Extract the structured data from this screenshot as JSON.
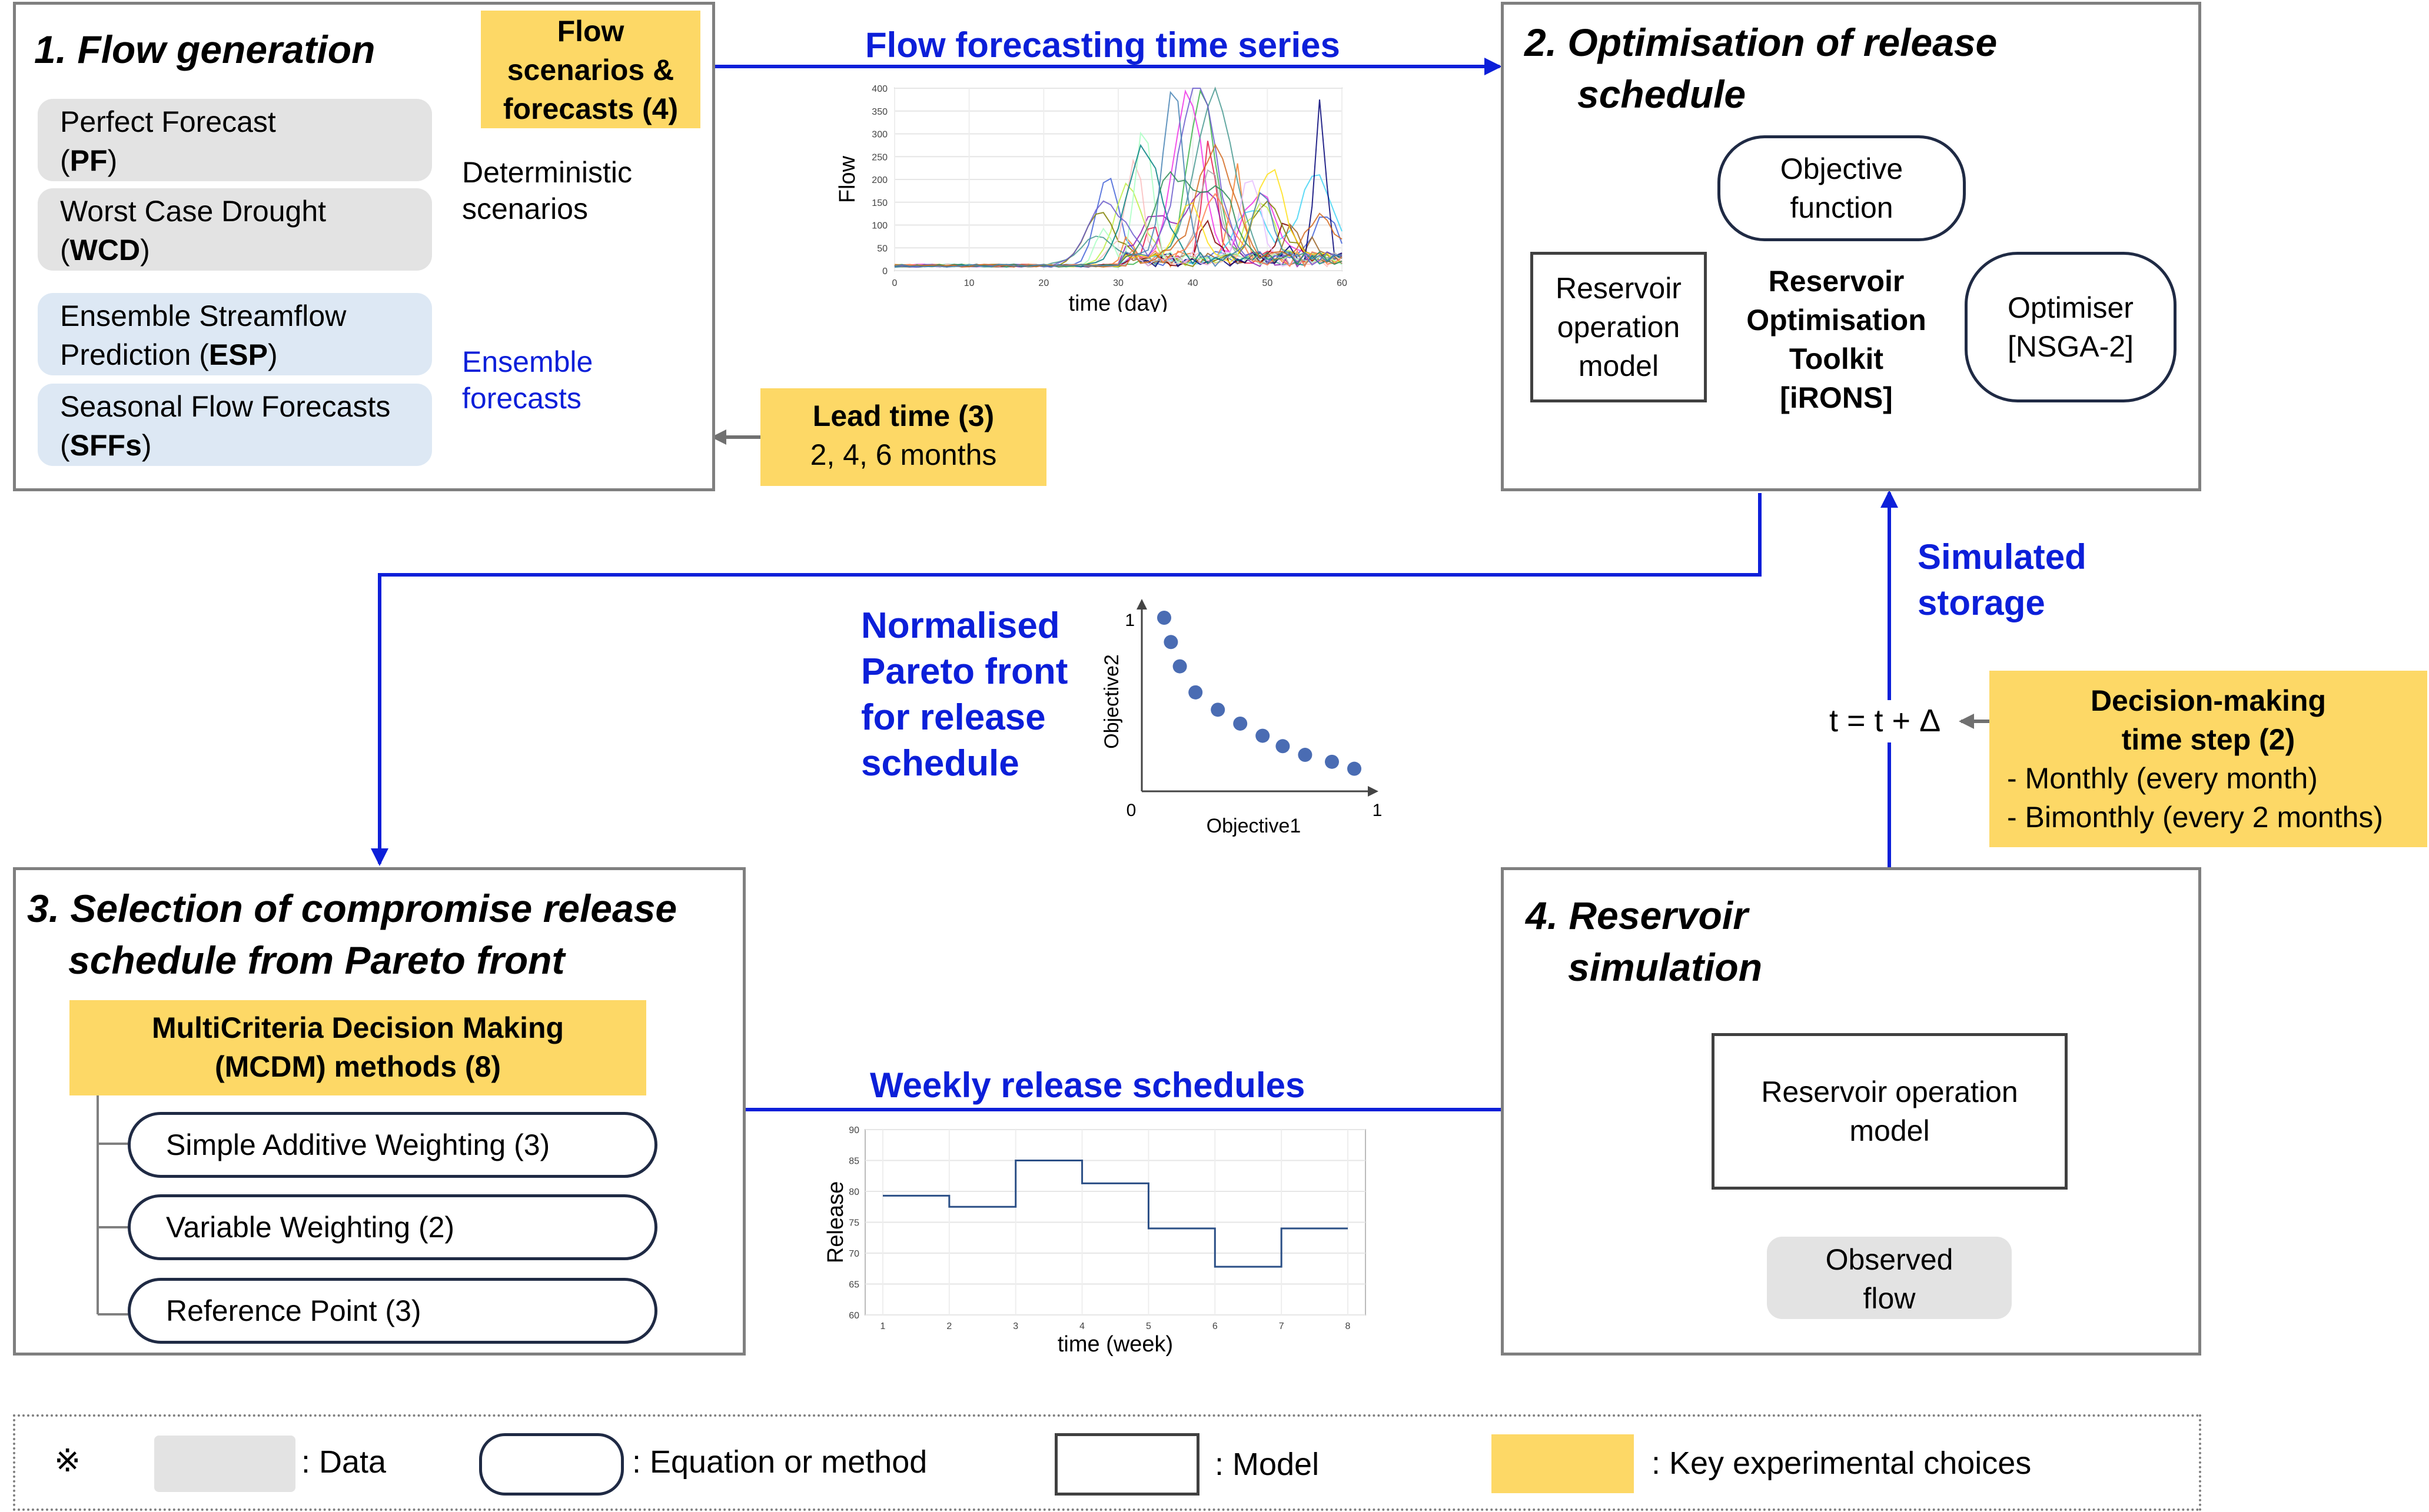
{
  "panel1": {
    "title": "1. Flow generation",
    "key_choice": [
      "Flow",
      "scenarios &",
      "forecasts (4)"
    ],
    "items": [
      {
        "line1": "Perfect Forecast",
        "abbr": "PF"
      },
      {
        "line1": "Worst Case Drought",
        "abbr": "WCD"
      },
      {
        "line1": "Ensemble Streamflow",
        "line2": "Prediction",
        "abbr": "ESP"
      },
      {
        "line1": "Seasonal Flow Forecasts",
        "abbr": "SFFs"
      }
    ],
    "deterministic_label": [
      "Deterministic",
      "scenarios"
    ],
    "ensemble_label": [
      "Ensemble",
      "forecasts"
    ],
    "lead_time": {
      "title": "Lead time (3)",
      "values": "2, 4, 6 months"
    }
  },
  "flow_series": {
    "label": "Flow forecasting time series",
    "chart_data": {
      "type": "line",
      "xlabel": "time (day)",
      "ylabel": "Flow",
      "xlim": [
        0,
        60
      ],
      "ylim": [
        0,
        400
      ],
      "xticks": [
        "0",
        "10",
        "20",
        "30",
        "40",
        "50",
        "60"
      ],
      "yticks": [
        "0",
        "50",
        "100",
        "150",
        "200",
        "250",
        "300",
        "350",
        "400"
      ],
      "series_count": 24
    }
  },
  "panel2": {
    "title": [
      "2. Optimisation of release",
      "schedule"
    ],
    "objective": [
      "Objective",
      "function"
    ],
    "model": [
      "Reservoir",
      "operation",
      "model"
    ],
    "toolkit": [
      "Reservoir",
      "Optimisation",
      "Toolkit",
      "[iRONS]"
    ],
    "optimiser": [
      "Optimiser",
      "[NSGA-2]"
    ]
  },
  "pareto": {
    "label": [
      "Normalised",
      "Pareto front",
      "for release",
      "schedule"
    ],
    "chart_data": {
      "type": "scatter",
      "xlabel": "Objective1",
      "ylabel": "Objective2",
      "xlim": [
        0,
        1
      ],
      "ylim": [
        0,
        1
      ],
      "xticks": [
        "0",
        "1"
      ],
      "yticks": [
        "1"
      ],
      "points": [
        [
          0.1,
          1.0
        ],
        [
          0.13,
          0.86
        ],
        [
          0.17,
          0.72
        ],
        [
          0.24,
          0.57
        ],
        [
          0.34,
          0.47
        ],
        [
          0.44,
          0.39
        ],
        [
          0.54,
          0.32
        ],
        [
          0.63,
          0.26
        ],
        [
          0.73,
          0.21
        ],
        [
          0.85,
          0.17
        ],
        [
          0.95,
          0.13
        ]
      ]
    }
  },
  "simulated_storage": [
    "Simulated",
    "storage"
  ],
  "time_step": {
    "equation": "t = t + Δ",
    "title": [
      "Decision-making",
      "time step (2)"
    ],
    "options": [
      "- Monthly (every month)",
      "- Bimonthly (every 2 months)"
    ]
  },
  "panel3": {
    "title": [
      "3. Selection of compromise release",
      "schedule from Pareto front"
    ],
    "key_choice": [
      "MultiCriteria Decision Making",
      "(MCDM) methods (8)"
    ],
    "methods": [
      "Simple  Additive Weighting (3)",
      "Variable Weighting (2)",
      "Reference Point (3)"
    ]
  },
  "weekly": {
    "label": "Weekly release schedules",
    "chart_data": {
      "type": "line",
      "xlabel": "time (week)",
      "ylabel": "Release",
      "xlim": [
        1,
        8
      ],
      "ylim": [
        60,
        90
      ],
      "xticks": [
        "1",
        "2",
        "3",
        "4",
        "5",
        "6",
        "7",
        "8"
      ],
      "yticks": [
        "60",
        "65",
        "70",
        "75",
        "80",
        "85",
        "90"
      ],
      "series": [
        {
          "values": [
            79.3,
            77.5,
            85,
            81.3,
            74,
            67.8,
            74
          ]
        }
      ]
    }
  },
  "panel4": {
    "title": [
      "4. Reservoir",
      "simulation"
    ],
    "model": [
      "Reservoir operation",
      "model"
    ],
    "observed": [
      "Observed",
      "flow"
    ]
  },
  "legend": {
    "symbol": "※",
    "data": ": Data",
    "method": ": Equation or method",
    "model": ": Model",
    "key": ": Key experimental choices"
  },
  "colors": {
    "arrow": "#0c1fd9",
    "key": "#fdd866",
    "data": "#e3e3e3",
    "ensemble": "#dde8f4"
  }
}
